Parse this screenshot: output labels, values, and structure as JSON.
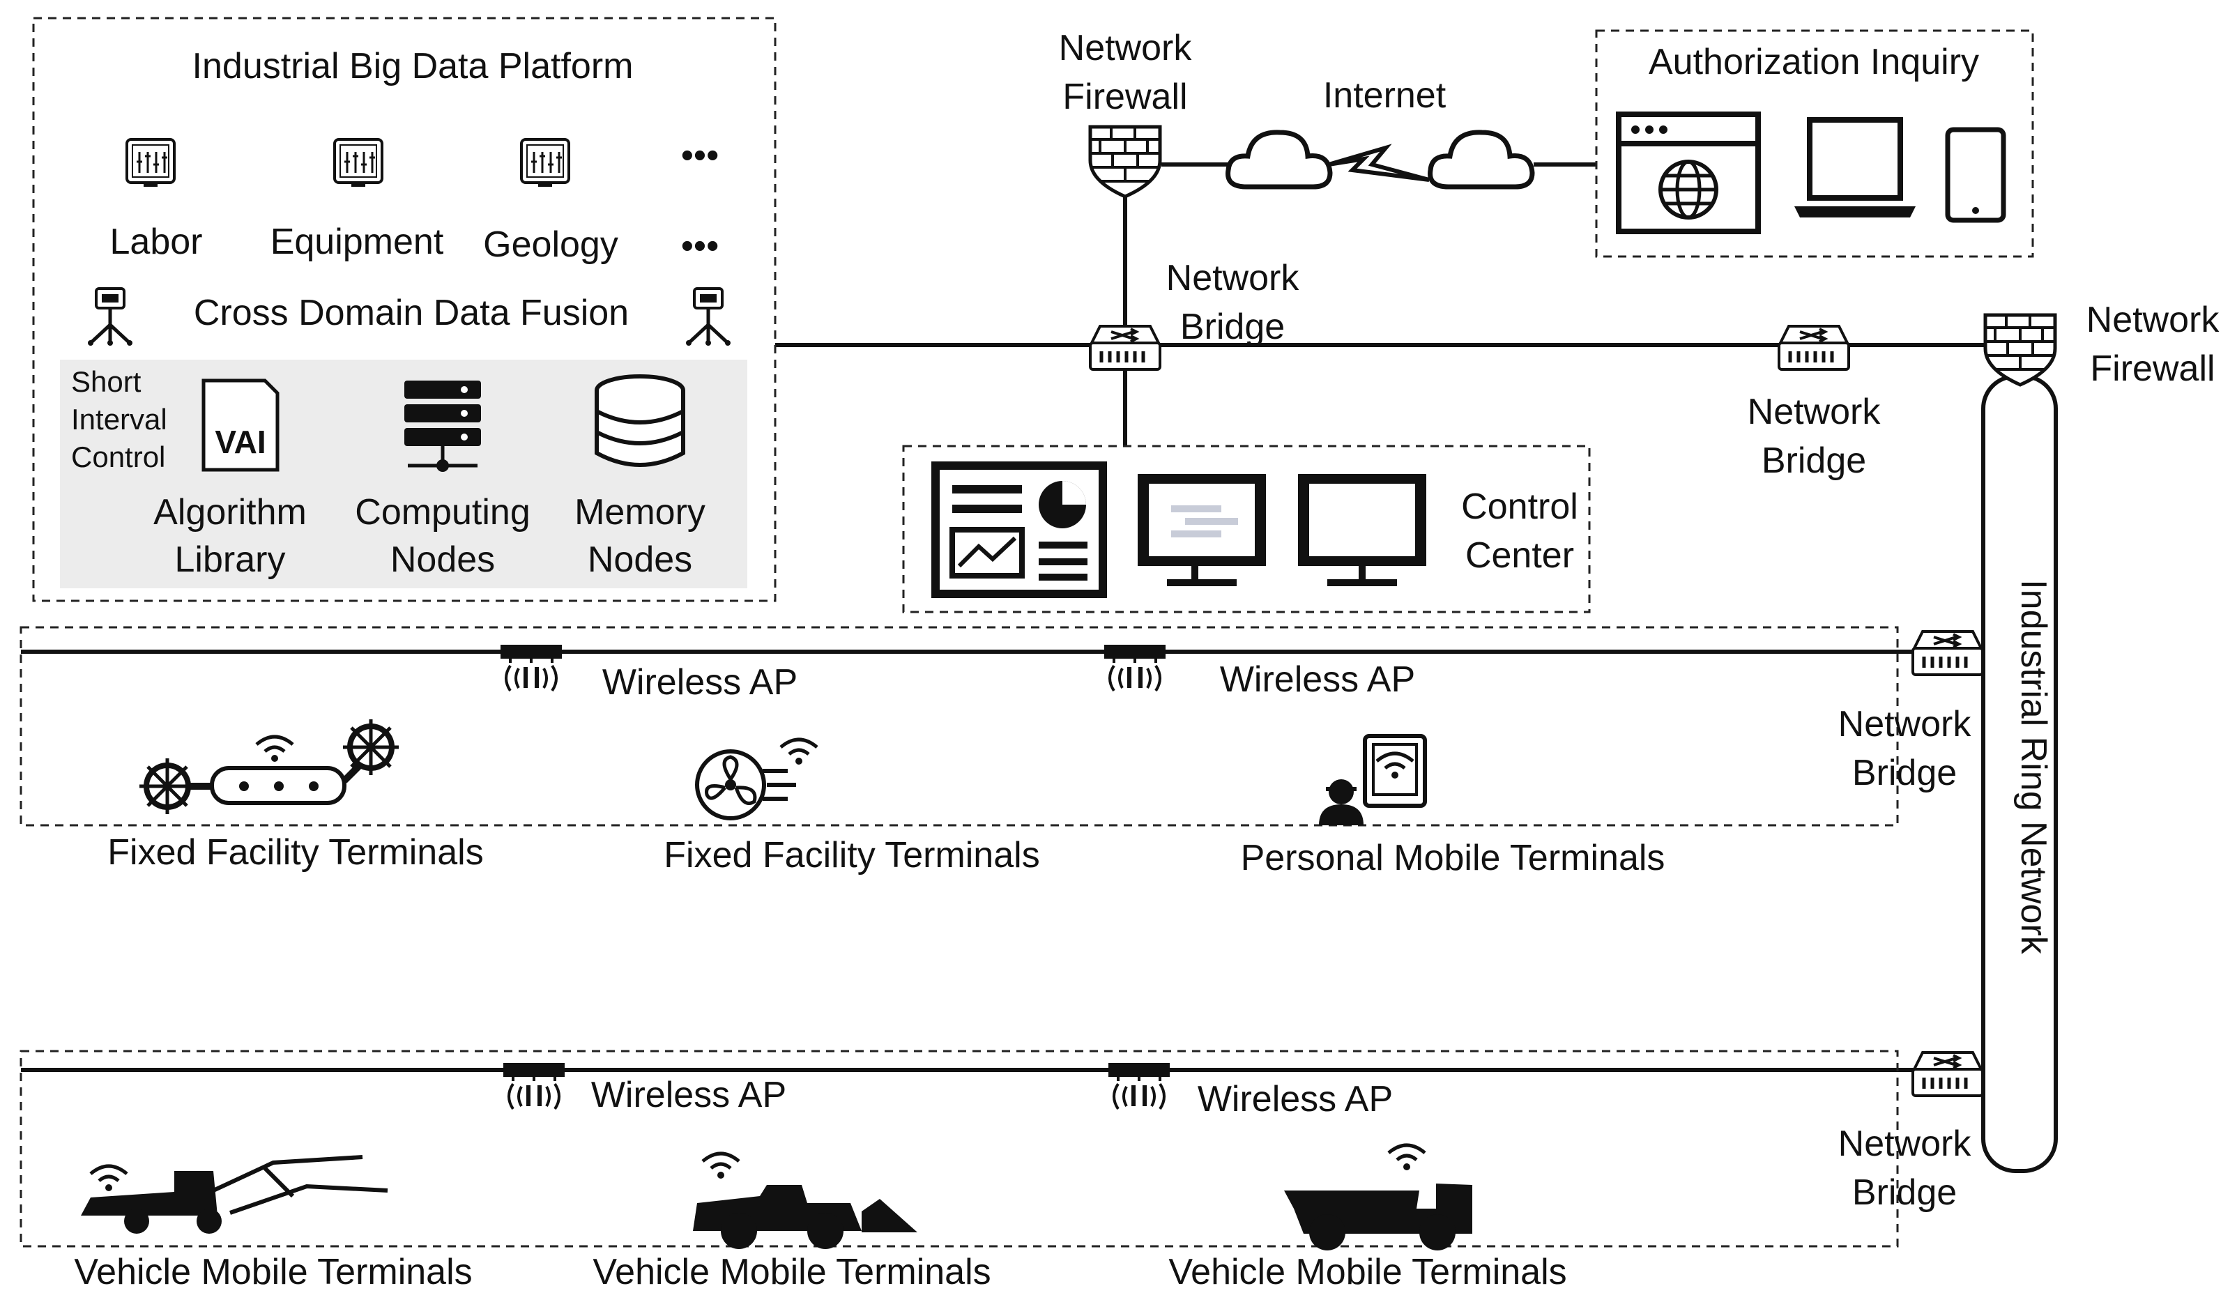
{
  "platform": {
    "title": "Industrial Big Data Platform",
    "domains": [
      "Labor",
      "Equipment",
      "Geology"
    ],
    "ellipsis": "•••",
    "fusion": "Cross Domain Data Fusion",
    "short_interval": [
      "Short",
      "Interval",
      "Control"
    ],
    "algorithm": [
      "Algorithm",
      "Library"
    ],
    "computing": [
      "Computing",
      "Nodes"
    ],
    "memory": [
      "Memory",
      "Nodes"
    ]
  },
  "network": {
    "firewall": [
      "Network",
      "Firewall"
    ],
    "internet": "Internet",
    "bridge": [
      "Network",
      "Bridge"
    ],
    "ring": "Industrial Ring Network"
  },
  "authorization": {
    "title": "Authorization Inquiry"
  },
  "control_center": {
    "label": [
      "Control",
      "Center"
    ]
  },
  "wireless_ap": "Wireless AP",
  "terminals": {
    "fixed": "Fixed Facility Terminals",
    "personal": "Personal Mobile Terminals",
    "vehicle": "Vehicle Mobile Terminals"
  },
  "colors": {
    "line": "#111111",
    "panel": "#ececec",
    "screen": "#c8ccd8"
  }
}
